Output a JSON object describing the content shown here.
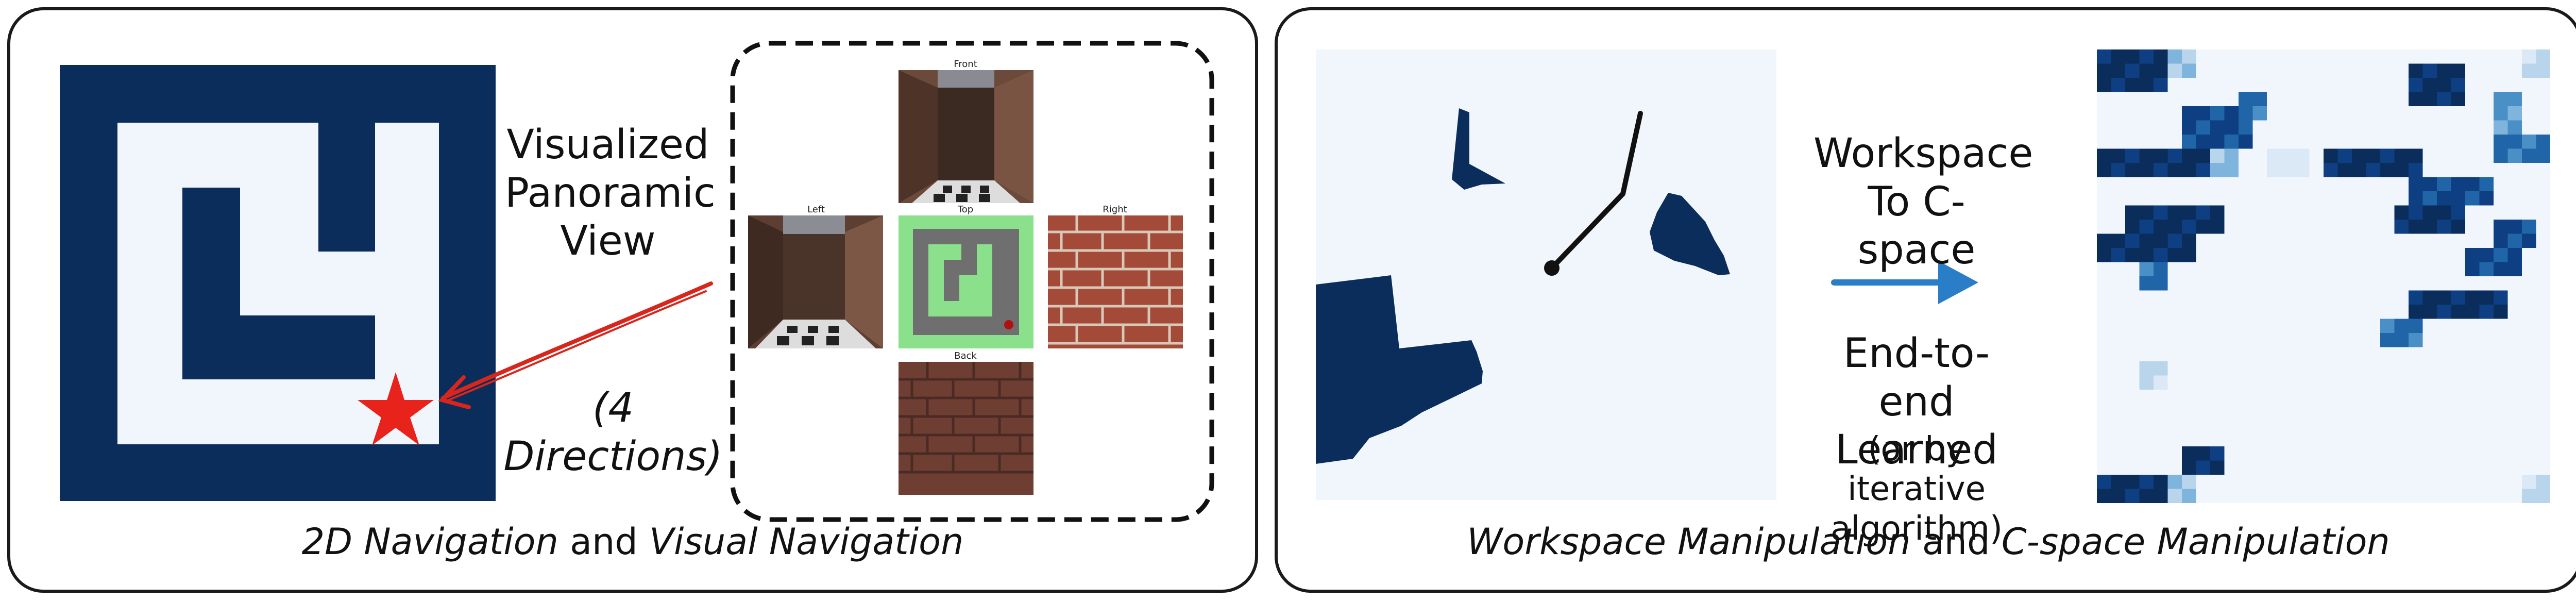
{
  "left_panel": {
    "label_visualized": [
      "Visualized",
      "Panoramic",
      "View"
    ],
    "label_directions": "(4 Directions)",
    "caption_italic_1": "2D Navigation",
    "caption_and": " and ",
    "caption_italic_2": "Visual Navigation",
    "views": {
      "front": "Front",
      "left": "Left",
      "top": "Top",
      "right": "Right",
      "back": "Back"
    }
  },
  "right_panel": {
    "label_top": [
      "Workspace",
      "To C-space"
    ],
    "label_bottom": [
      "End-to-end",
      "Learned"
    ],
    "label_note": [
      "(or by iterative",
      "algorithm)"
    ],
    "caption_italic_1": "Workspace Manipulation",
    "caption_and": " and ",
    "caption_italic_2": "C-space Manipulation"
  },
  "colors": {
    "navy": "#0a2d5c",
    "light": "#f1f6fc",
    "star": "#e8231c",
    "arrow_blue": "#2a7ec8",
    "green": "#8be08b"
  }
}
